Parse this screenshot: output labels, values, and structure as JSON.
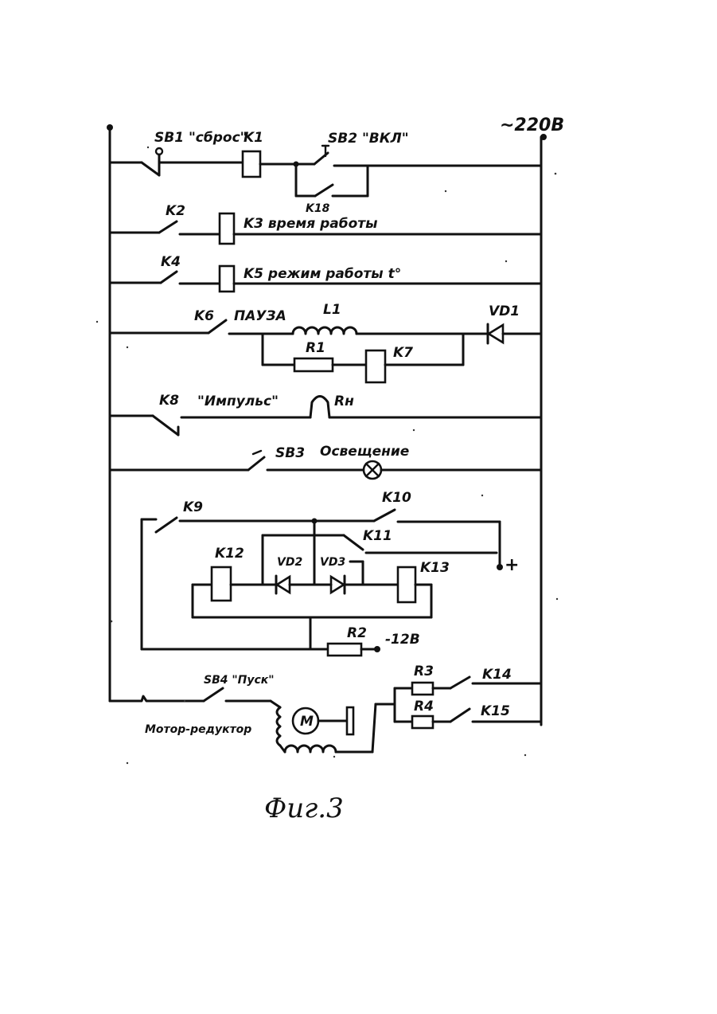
{
  "labels": {
    "supply": "~220В",
    "sb1": "SB1 \"сброс\"",
    "k1": "K1",
    "sb2": "SB2 \"ВКЛ\"",
    "k18": "K18",
    "k2": "K2",
    "k3": "K3 время работы",
    "k4": "K4",
    "k5": "K5 режим работы t°",
    "k6": "K6",
    "pause": "ПАУЗА",
    "l1": "L1",
    "vd1": "VD1",
    "r1": "R1",
    "k7": "K7",
    "k8": "K8",
    "impulse": "\"Импульс\"",
    "rn": "Rн",
    "sb3": "SB3",
    "lighting": "Освещение",
    "k9": "K9",
    "k10": "K10",
    "k11": "K11",
    "plus": "+",
    "k12": "K12",
    "vd2": "VD2",
    "vd3": "VD3",
    "k13": "K13",
    "r2": "R2",
    "minus12": "-12В",
    "sb4": "SB4 \"Пуск\"",
    "r3": "R3",
    "k14": "K14",
    "motor": "Мотор-редуктор",
    "m": "M",
    "r4": "R4",
    "k15": "K15"
  },
  "caption": "Фиг.3"
}
